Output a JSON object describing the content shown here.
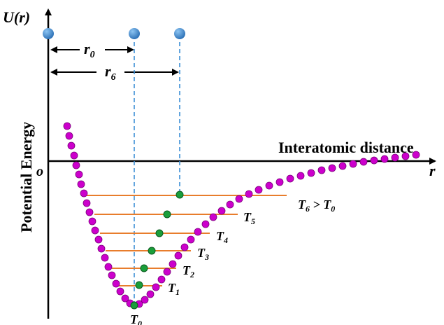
{
  "axis": {
    "y_label": "U(r)",
    "x_label": "r",
    "origin": "o",
    "y_title": "Potential Energy",
    "x_title": "Interatomic distance"
  },
  "distances": [
    {
      "symbol": "r",
      "sub": "0"
    },
    {
      "symbol": "r",
      "sub": "6"
    }
  ],
  "levels": [
    {
      "symbol": "T",
      "sub": "0",
      "suffix": ""
    },
    {
      "symbol": "T",
      "sub": "1",
      "suffix": ""
    },
    {
      "symbol": "T",
      "sub": "2",
      "suffix": ""
    },
    {
      "symbol": "T",
      "sub": "3",
      "suffix": ""
    },
    {
      "symbol": "T",
      "sub": "4",
      "suffix": ""
    },
    {
      "symbol": "T",
      "sub": "5",
      "suffix": ""
    },
    {
      "symbol": "T",
      "sub": "6",
      "suffix": " > T",
      "suffix_sub": "0"
    }
  ],
  "colors": {
    "curve_dot": "#cc00cc",
    "curve_dot_edge": "#7a007a",
    "level_line": "#e87d2c",
    "midpoint": "#1a9e3a",
    "atom": "#3d8fd6",
    "dashed": "#3d8fd6",
    "axis": "#000000"
  }
}
